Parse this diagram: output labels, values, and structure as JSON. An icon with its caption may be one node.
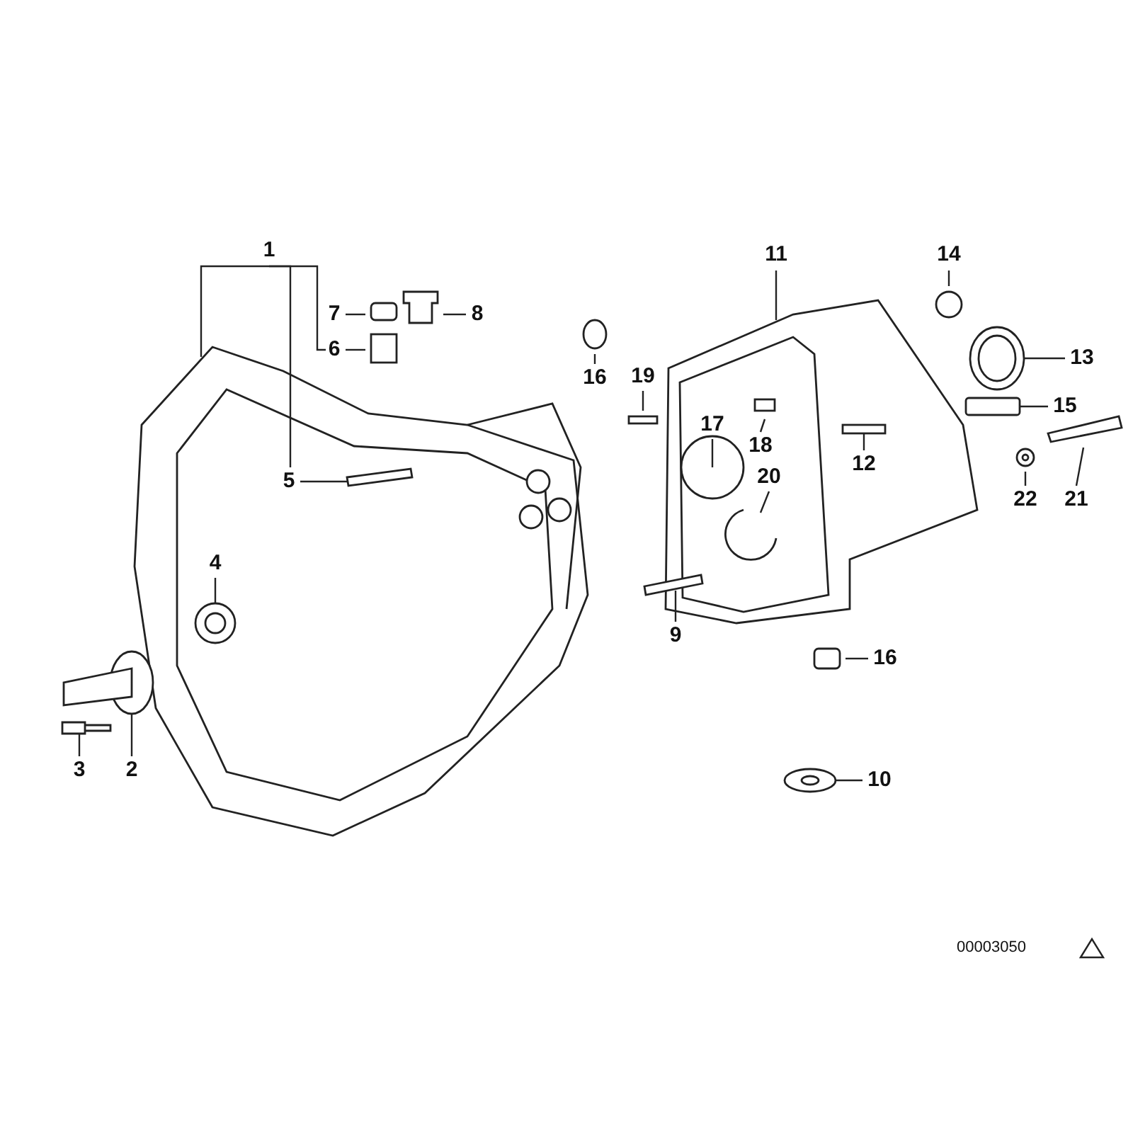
{
  "diagram": {
    "nodes": [
      {
        "text": [
          "1"
        ]
      },
      {
        "text": [
          "11"
        ]
      },
      {
        "text": [
          "14"
        ]
      },
      {
        "text": [
          "7"
        ]
      },
      {
        "text": [
          "8"
        ]
      },
      {
        "text": [
          "6"
        ]
      },
      {
        "text": [
          "16"
        ]
      },
      {
        "text": [
          "13"
        ]
      },
      {
        "text": [
          "19"
        ]
      },
      {
        "text": [
          "17"
        ]
      },
      {
        "text": [
          "15"
        ]
      },
      {
        "text": [
          "18"
        ]
      },
      {
        "text": [
          "12"
        ]
      },
      {
        "text": [
          "5"
        ]
      },
      {
        "text": [
          "20"
        ]
      },
      {
        "text": [
          "22"
        ]
      },
      {
        "text": [
          "21"
        ]
      },
      {
        "text": [
          "4"
        ]
      },
      {
        "text": [
          "9"
        ]
      },
      {
        "text": [
          "16"
        ]
      },
      {
        "text": [
          "3"
        ]
      },
      {
        "text": [
          "2"
        ]
      },
      {
        "text": [
          "10"
        ]
      }
    ],
    "edges": [
      {
        "from": 0,
        "to": null,
        "arrow": "none"
      },
      {
        "from": 0,
        "to": 13,
        "arrow": "none"
      },
      {
        "from": 0,
        "to": 5,
        "arrow": "none"
      },
      {
        "from": 1,
        "to": null,
        "arrow": "none"
      },
      {
        "from": 2,
        "to": null,
        "arrow": "none"
      },
      {
        "from": 3,
        "to": null,
        "arrow": "none"
      },
      {
        "from": 4,
        "to": null,
        "arrow": "none"
      },
      {
        "from": 5,
        "to": null,
        "arrow": "none"
      },
      {
        "from": 6,
        "to": null,
        "arrow": "none"
      },
      {
        "from": 7,
        "to": null,
        "arrow": "none"
      },
      {
        "from": 8,
        "to": null,
        "arrow": "none"
      },
      {
        "from": 9,
        "to": null,
        "arrow": "none"
      },
      {
        "from": 10,
        "to": null,
        "arrow": "none"
      },
      {
        "from": 11,
        "to": null,
        "arrow": "none"
      },
      {
        "from": 12,
        "to": null,
        "arrow": "none"
      },
      {
        "from": 13,
        "to": null,
        "arrow": "none"
      },
      {
        "from": 14,
        "to": null,
        "arrow": "none"
      },
      {
        "from": 15,
        "to": null,
        "arrow": "none"
      },
      {
        "from": 16,
        "to": null,
        "arrow": "none"
      },
      {
        "from": 17,
        "to": null,
        "arrow": "none"
      },
      {
        "from": 18,
        "to": null,
        "arrow": "none"
      },
      {
        "from": 19,
        "to": null,
        "arrow": "none"
      },
      {
        "from": 20,
        "to": null,
        "arrow": "none"
      },
      {
        "from": 21,
        "to": null,
        "arrow": "none"
      },
      {
        "from": 22,
        "to": null,
        "arrow": "none"
      }
    ],
    "labels": [
      "00003050"
    ]
  }
}
